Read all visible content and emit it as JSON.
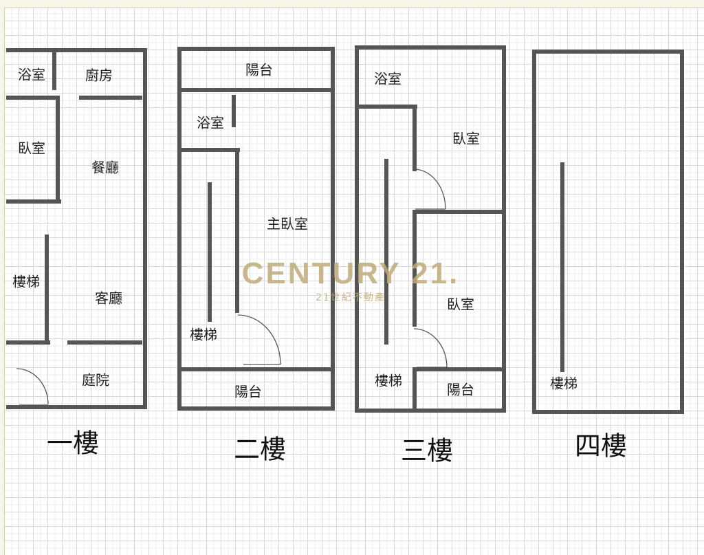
{
  "floors": [
    {
      "title": "一樓",
      "rooms": [
        "浴室",
        "廚房",
        "臥室",
        "餐廳",
        "樓梯",
        "客廳",
        "庭院"
      ]
    },
    {
      "title": "二樓",
      "rooms": [
        "陽台",
        "浴室",
        "主臥室",
        "樓梯",
        "陽台"
      ]
    },
    {
      "title": "三樓",
      "rooms": [
        "浴室",
        "臥室",
        "臥室",
        "樓梯",
        "陽台"
      ]
    },
    {
      "title": "四樓",
      "rooms": [
        "樓梯"
      ]
    }
  ],
  "watermark": {
    "brand": "CENTURY 21.",
    "subtitle": "21世紀不動產"
  },
  "colors": {
    "wall": "#555555",
    "watermark": "#bfae7e",
    "grid": "#d9d9d9"
  }
}
